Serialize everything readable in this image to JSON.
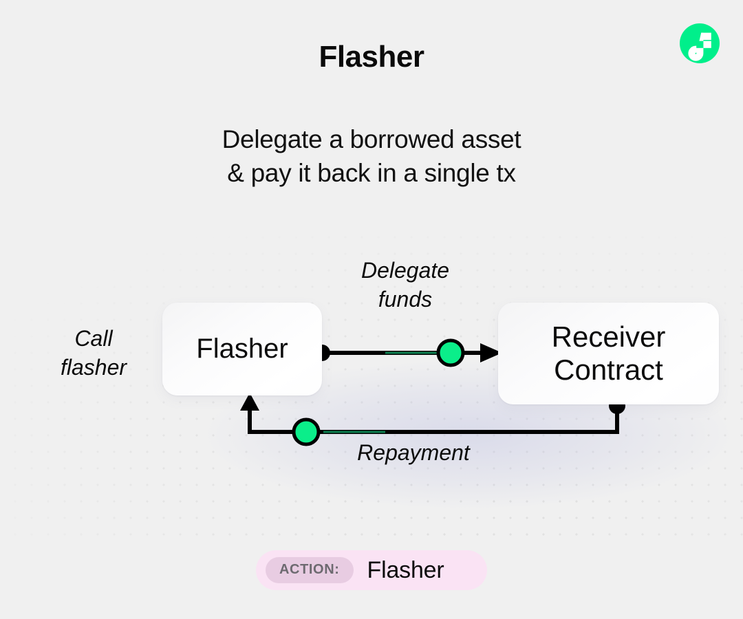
{
  "brand": {
    "logo_icon": "flow-logo-icon",
    "logo_bg_color": "#00ef8b",
    "logo_mark_color": "#ffffff"
  },
  "header": {
    "title": "Flasher",
    "subtitle_line1": "Delegate a borrowed asset",
    "subtitle_line2": "& pay it back in a single tx"
  },
  "diagram": {
    "background_color": "#f0f0f0",
    "dot_color": "#dedede",
    "tint_color": "#c4c6e4",
    "nodes": [
      {
        "id": "flasher",
        "label": "Flasher"
      },
      {
        "id": "receiver",
        "label_line1": "Receiver",
        "label_line2": "Contract"
      }
    ],
    "labels": {
      "call": "Call\nflasher",
      "delegate": "Delegate\nfunds",
      "repayment": "Repayment"
    },
    "edges": [
      {
        "id": "delegate-funds",
        "from": "flasher",
        "to": "receiver",
        "label": "Delegate funds",
        "token_color": "#0bee8a",
        "line_color": "#000000",
        "has_arrowhead": true
      },
      {
        "id": "repayment",
        "from": "receiver",
        "to": "flasher",
        "label": "Repayment",
        "token_color": "#0bee8a",
        "line_color": "#000000",
        "has_arrowhead": true
      }
    ]
  },
  "action": {
    "chip_label": "ACTION:",
    "value": "Flasher",
    "pill_color": "#fae3f4",
    "chip_color": "#e8cce2"
  }
}
